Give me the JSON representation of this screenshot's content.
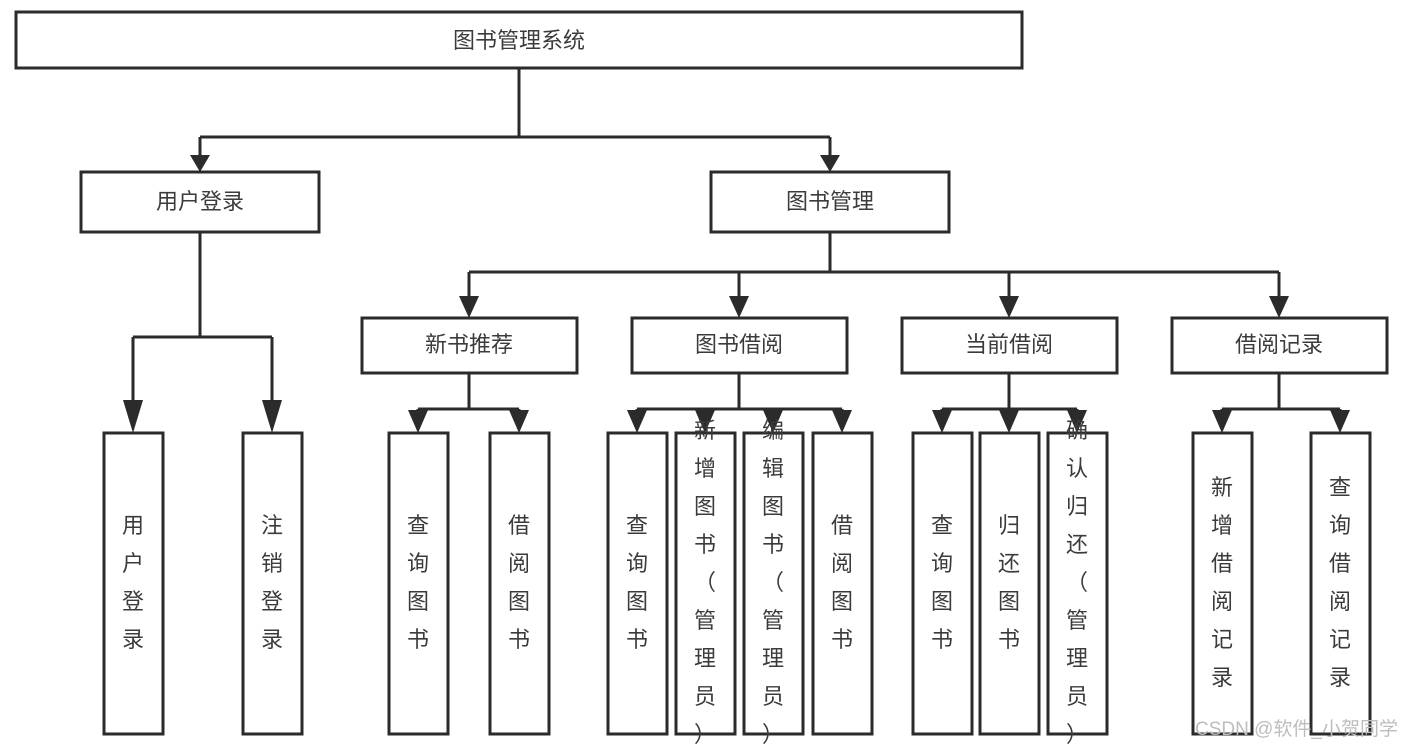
{
  "diagram": {
    "title": "图书管理系统",
    "type": "tree-hierarchy",
    "orientation": "top-down",
    "colors": {
      "box_stroke": "#2b2b2b",
      "box_fill": "#ffffff",
      "label_text": "#3b3b3b",
      "connector": "#2b2b2b",
      "watermark": "#bdbdbd",
      "background": "#ffffff"
    }
  },
  "root": {
    "label": "图书管理系统"
  },
  "level2": [
    {
      "label": "用户登录"
    },
    {
      "label": "图书管理"
    }
  ],
  "level3": [
    {
      "label": "新书推荐"
    },
    {
      "label": "图书借阅"
    },
    {
      "label": "当前借阅"
    },
    {
      "label": "借阅记录"
    }
  ],
  "leaves": {
    "user_login": [
      {
        "label": "用户登录",
        "chars": [
          "用",
          "户",
          "登",
          "录"
        ]
      },
      {
        "label": "注销登录",
        "chars": [
          "注",
          "销",
          "登",
          "录"
        ]
      }
    ],
    "new_book_recommend": [
      {
        "label": "查询图书",
        "chars": [
          "查",
          "询",
          "图",
          "书"
        ]
      },
      {
        "label": "借阅图书",
        "chars": [
          "借",
          "阅",
          "图",
          "书"
        ]
      }
    ],
    "book_borrow": [
      {
        "label": "查询图书",
        "chars": [
          "查",
          "询",
          "图",
          "书"
        ]
      },
      {
        "label": "新增图书（管理员）",
        "chars": [
          "新",
          "增",
          "图",
          "书",
          "（",
          "管",
          "理",
          "员",
          "）"
        ]
      },
      {
        "label": "编辑图书（管理员）",
        "chars": [
          "编",
          "辑",
          "图",
          "书",
          "（",
          "管",
          "理",
          "员",
          "）"
        ]
      },
      {
        "label": "借阅图书",
        "chars": [
          "借",
          "阅",
          "图",
          "书"
        ]
      }
    ],
    "current_borrow": [
      {
        "label": "查询图书",
        "chars": [
          "查",
          "询",
          "图",
          "书"
        ]
      },
      {
        "label": "归还图书",
        "chars": [
          "归",
          "还",
          "图",
          "书"
        ]
      },
      {
        "label": "确认归还（管理员）",
        "chars": [
          "确",
          "认",
          "归",
          "还",
          "（",
          "管",
          "理",
          "员",
          "）"
        ]
      }
    ],
    "borrow_record": [
      {
        "label": "新增借阅记录",
        "chars": [
          "新",
          "增",
          "借",
          "阅",
          "记",
          "录"
        ]
      },
      {
        "label": "查询借阅记录",
        "chars": [
          "查",
          "询",
          "借",
          "阅",
          "记",
          "录"
        ]
      }
    ]
  },
  "watermark": {
    "text": "CSDN @软件_小贺同学"
  }
}
